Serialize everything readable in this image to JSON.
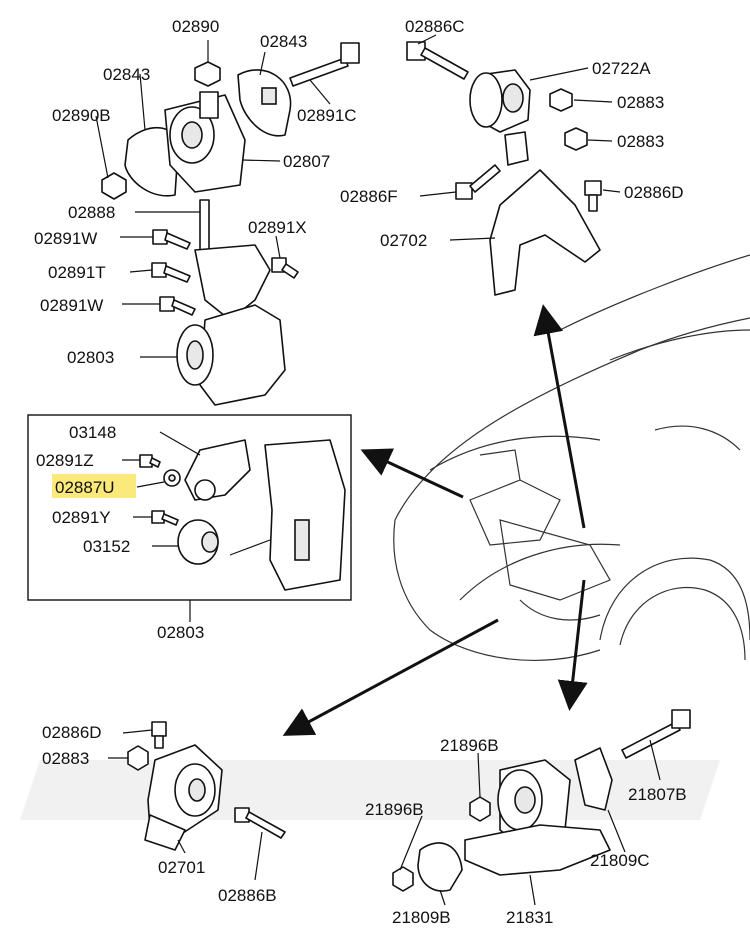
{
  "colors": {
    "highlight": "#fbe97c",
    "ink": "#111111",
    "watermark": "#efefef"
  },
  "callouts": [
    "02890",
    "02843",
    "02843",
    "02890B",
    "02891C",
    "02807",
    "02888",
    "02891W",
    "02891X",
    "02891T",
    "02891W",
    "02803",
    "02886C",
    "02722A",
    "02883",
    "02883",
    "02886F",
    "02886D",
    "02702",
    "03148",
    "02891Z",
    "02887U",
    "02891Y",
    "03152",
    "02803",
    "02886D",
    "02883",
    "02701",
    "02886B",
    "21896B",
    "21896B",
    "21807B",
    "21809C",
    "21809B",
    "21831"
  ],
  "highlighted_callout": "02887U"
}
